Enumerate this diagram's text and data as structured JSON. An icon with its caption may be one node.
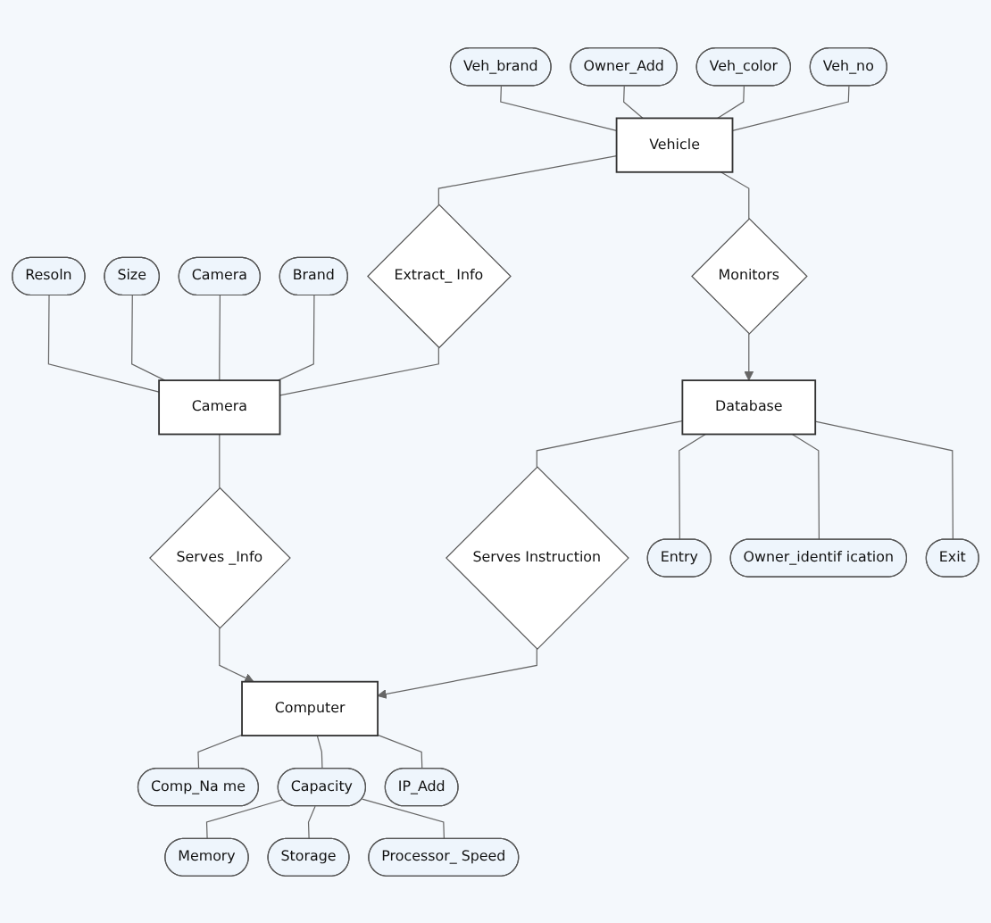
{
  "diagram": {
    "nodes": [
      {
        "text": [
          "Owner_Add"
        ]
      },
      {
        "text": [
          "Veh_brand"
        ]
      },
      {
        "text": [
          "Veh_color"
        ]
      },
      {
        "text": [
          "Veh_no"
        ]
      },
      {
        "text": [
          "Resoln"
        ]
      },
      {
        "text": [
          "Size"
        ]
      },
      {
        "text": [
          "Camera"
        ]
      },
      {
        "text": [
          "Brand"
        ]
      },
      {
        "text": [
          "Vehicle"
        ]
      },
      {
        "text": [
          "Extract_ Info"
        ]
      },
      {
        "text": [
          "Camera"
        ]
      },
      {
        "text": [
          "Monitors"
        ]
      },
      {
        "text": [
          "Serves _Info"
        ]
      },
      {
        "text": [
          "Database"
        ]
      },
      {
        "text": [
          "Serves Instruction"
        ]
      },
      {
        "text": [
          "Computer"
        ]
      },
      {
        "text": [
          "Comp_Na me"
        ]
      },
      {
        "text": [
          "Capacity"
        ]
      },
      {
        "text": [
          "IP_Add"
        ]
      },
      {
        "text": [
          "Entry"
        ]
      },
      {
        "text": [
          "Owner_identif ication"
        ]
      },
      {
        "text": [
          "Exit"
        ]
      },
      {
        "text": [
          "Memory"
        ]
      },
      {
        "text": [
          "Storage"
        ]
      },
      {
        "text": [
          "Processor_ Speed"
        ]
      }
    ],
    "edges": [
      {
        "from": 1,
        "to": 8,
        "arrow": "none"
      },
      {
        "from": 0,
        "to": 8,
        "arrow": "none"
      },
      {
        "from": 2,
        "to": 8,
        "arrow": "none"
      },
      {
        "from": 3,
        "to": 8,
        "arrow": "none"
      },
      {
        "from": 4,
        "to": 10,
        "arrow": "none"
      },
      {
        "from": 5,
        "to": 10,
        "arrow": "none"
      },
      {
        "from": 6,
        "to": 10,
        "arrow": "none"
      },
      {
        "from": 7,
        "to": 10,
        "arrow": "none"
      },
      {
        "from": 8,
        "to": 9,
        "arrow": "none"
      },
      {
        "from": 9,
        "to": 10,
        "arrow": "none"
      },
      {
        "from": 8,
        "to": 11,
        "arrow": "none"
      },
      {
        "from": 11,
        "to": 13,
        "arrow": "to"
      },
      {
        "from": 10,
        "to": 12,
        "arrow": "none"
      },
      {
        "from": 12,
        "to": 15,
        "arrow": "to"
      },
      {
        "from": 13,
        "to": 14,
        "arrow": "none"
      },
      {
        "from": 14,
        "to": 15,
        "arrow": "to"
      },
      {
        "from": 15,
        "to": 16,
        "arrow": "none"
      },
      {
        "from": 15,
        "to": 18,
        "arrow": "none"
      },
      {
        "from": 15,
        "to": 17,
        "arrow": "none"
      },
      {
        "from": 17,
        "to": 22,
        "arrow": "none"
      },
      {
        "from": 17,
        "to": 23,
        "arrow": "none"
      },
      {
        "from": 17,
        "to": 24,
        "arrow": "none"
      },
      {
        "from": 13,
        "to": 19,
        "arrow": "none"
      },
      {
        "from": 13,
        "to": 21,
        "arrow": "none"
      },
      {
        "from": 13,
        "to": 20,
        "arrow": "none"
      }
    ]
  }
}
